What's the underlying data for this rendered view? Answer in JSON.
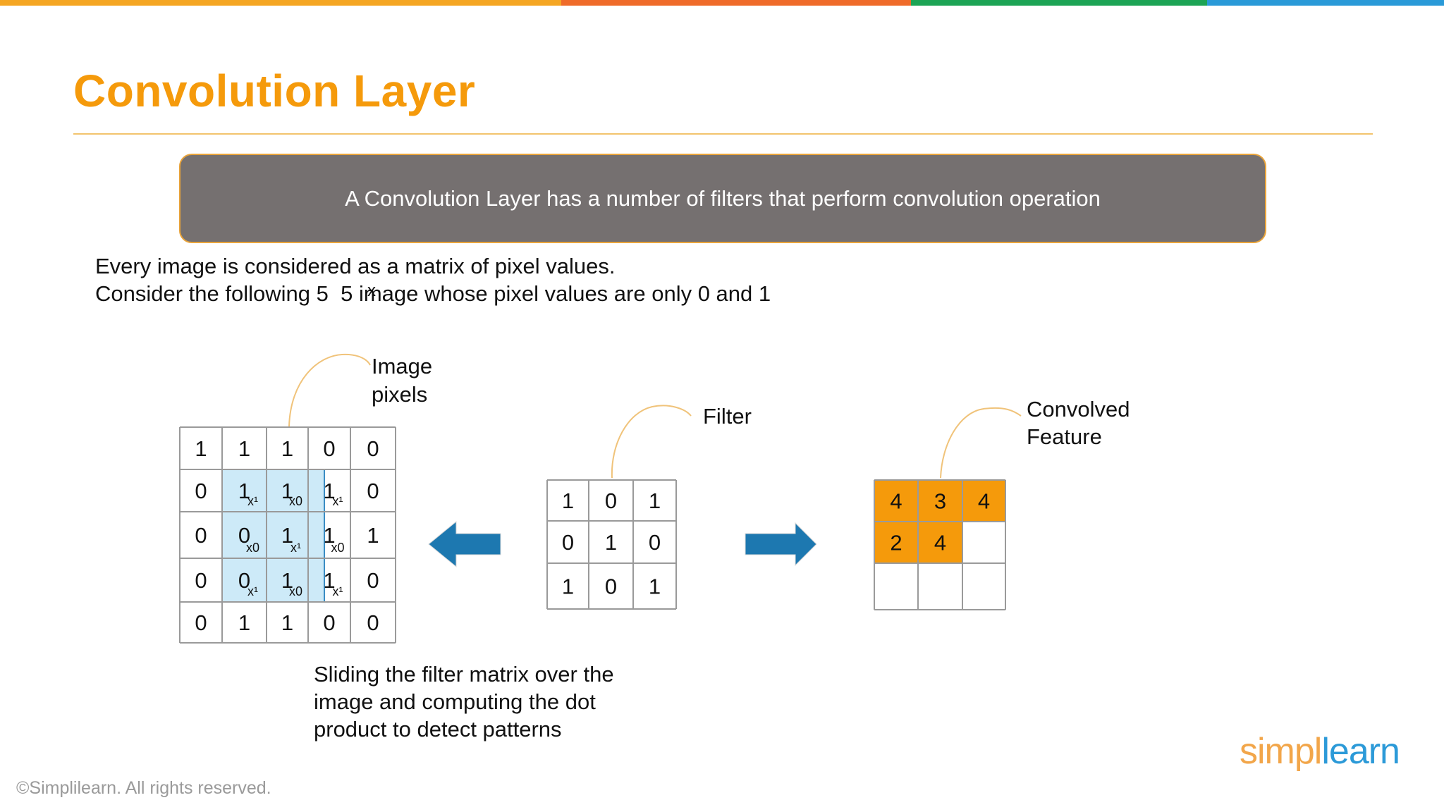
{
  "colors": {
    "title": "#f59a0b",
    "banner_bg": "#757070",
    "banner_border": "#e8a33a",
    "highlight": "#cdeaf8",
    "highlight_border": "#3a8dc4",
    "arrow": "#1d78b0",
    "feature_fill": "#f59a0b",
    "callout_line": "#f0c37a",
    "topbar": [
      "#f5a623",
      "#ef6b2a",
      "#1da455",
      "#2a9ad8"
    ]
  },
  "title": "Convolution Layer",
  "banner": "A Convolution Layer has a number of filters that perform convolution operation",
  "intro": {
    "line1": "Every image is considered as a matrix of pixel values.",
    "line2": "Consider the following 5  5 image whose pixel values are only 0 and 1",
    "times_symbol": "x"
  },
  "image_matrix": {
    "label_line1": "Image",
    "label_line2": "pixels",
    "rows": [
      [
        "1",
        "1",
        "1",
        "0",
        "0"
      ],
      [
        "0",
        "1",
        "1",
        "1",
        "0"
      ],
      [
        "0",
        "0",
        "1",
        "1",
        "1"
      ],
      [
        "0",
        "0",
        "1",
        "1",
        "0"
      ],
      [
        "0",
        "1",
        "1",
        "0",
        "0"
      ]
    ],
    "highlight": {
      "row_start": 1,
      "col_start": 1,
      "size": 3
    },
    "multipliers": [
      [
        "x¹",
        "x0",
        "x¹"
      ],
      [
        "x0",
        "x¹",
        "x0"
      ],
      [
        "x¹",
        "x0",
        "x¹"
      ]
    ]
  },
  "filter_matrix": {
    "label": "Filter",
    "rows": [
      [
        "1",
        "0",
        "1"
      ],
      [
        "0",
        "1",
        "0"
      ],
      [
        "1",
        "0",
        "1"
      ]
    ]
  },
  "feature_matrix": {
    "label_line1": "Convolved",
    "label_line2": "Feature",
    "rows": [
      [
        "4",
        "3",
        "4"
      ],
      [
        "2",
        "4",
        ""
      ],
      [
        "",
        "",
        ""
      ]
    ]
  },
  "caption": {
    "line1": "Sliding the filter matrix over the",
    "line2": "image and computing the dot",
    "line3": "product to detect patterns"
  },
  "footer": "©Simplilearn. All rights reserved.",
  "logo": {
    "part1": "simpl",
    "part2": "learn"
  }
}
